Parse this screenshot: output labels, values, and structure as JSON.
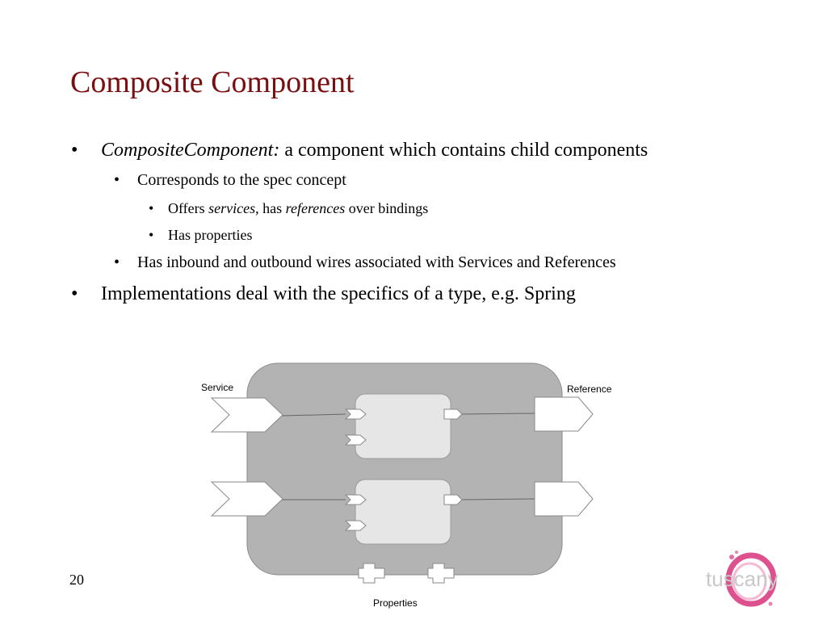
{
  "slide": {
    "title": "Composite Component",
    "bullets": {
      "b1": {
        "term": "CompositeComponent:",
        "text": " a component which contains child components"
      },
      "b1_1": {
        "text": "Corresponds to the spec concept"
      },
      "b1_1_1": {
        "pre": "Offers ",
        "em1": "services",
        "mid": ", has ",
        "em2": "references",
        "post": " over bindings"
      },
      "b1_1_2": {
        "text": "Has properties"
      },
      "b1_2": {
        "text": "Has inbound and outbound wires associated with Services and References"
      },
      "b2": {
        "text": "Implementations deal with the specifics of a type, e.g. Spring"
      },
      "marker": "•"
    },
    "diagram": {
      "service_label": "Service",
      "reference_label": "Reference",
      "properties_label": "Properties"
    },
    "slide_number": "20",
    "logo": {
      "wordmark": "tuscany"
    }
  },
  "colors": {
    "title": "#7a0f12",
    "composite_fill": "#b3b3b3",
    "component_fill": "#e6e6e6",
    "logo_pink": "#d6337a"
  }
}
